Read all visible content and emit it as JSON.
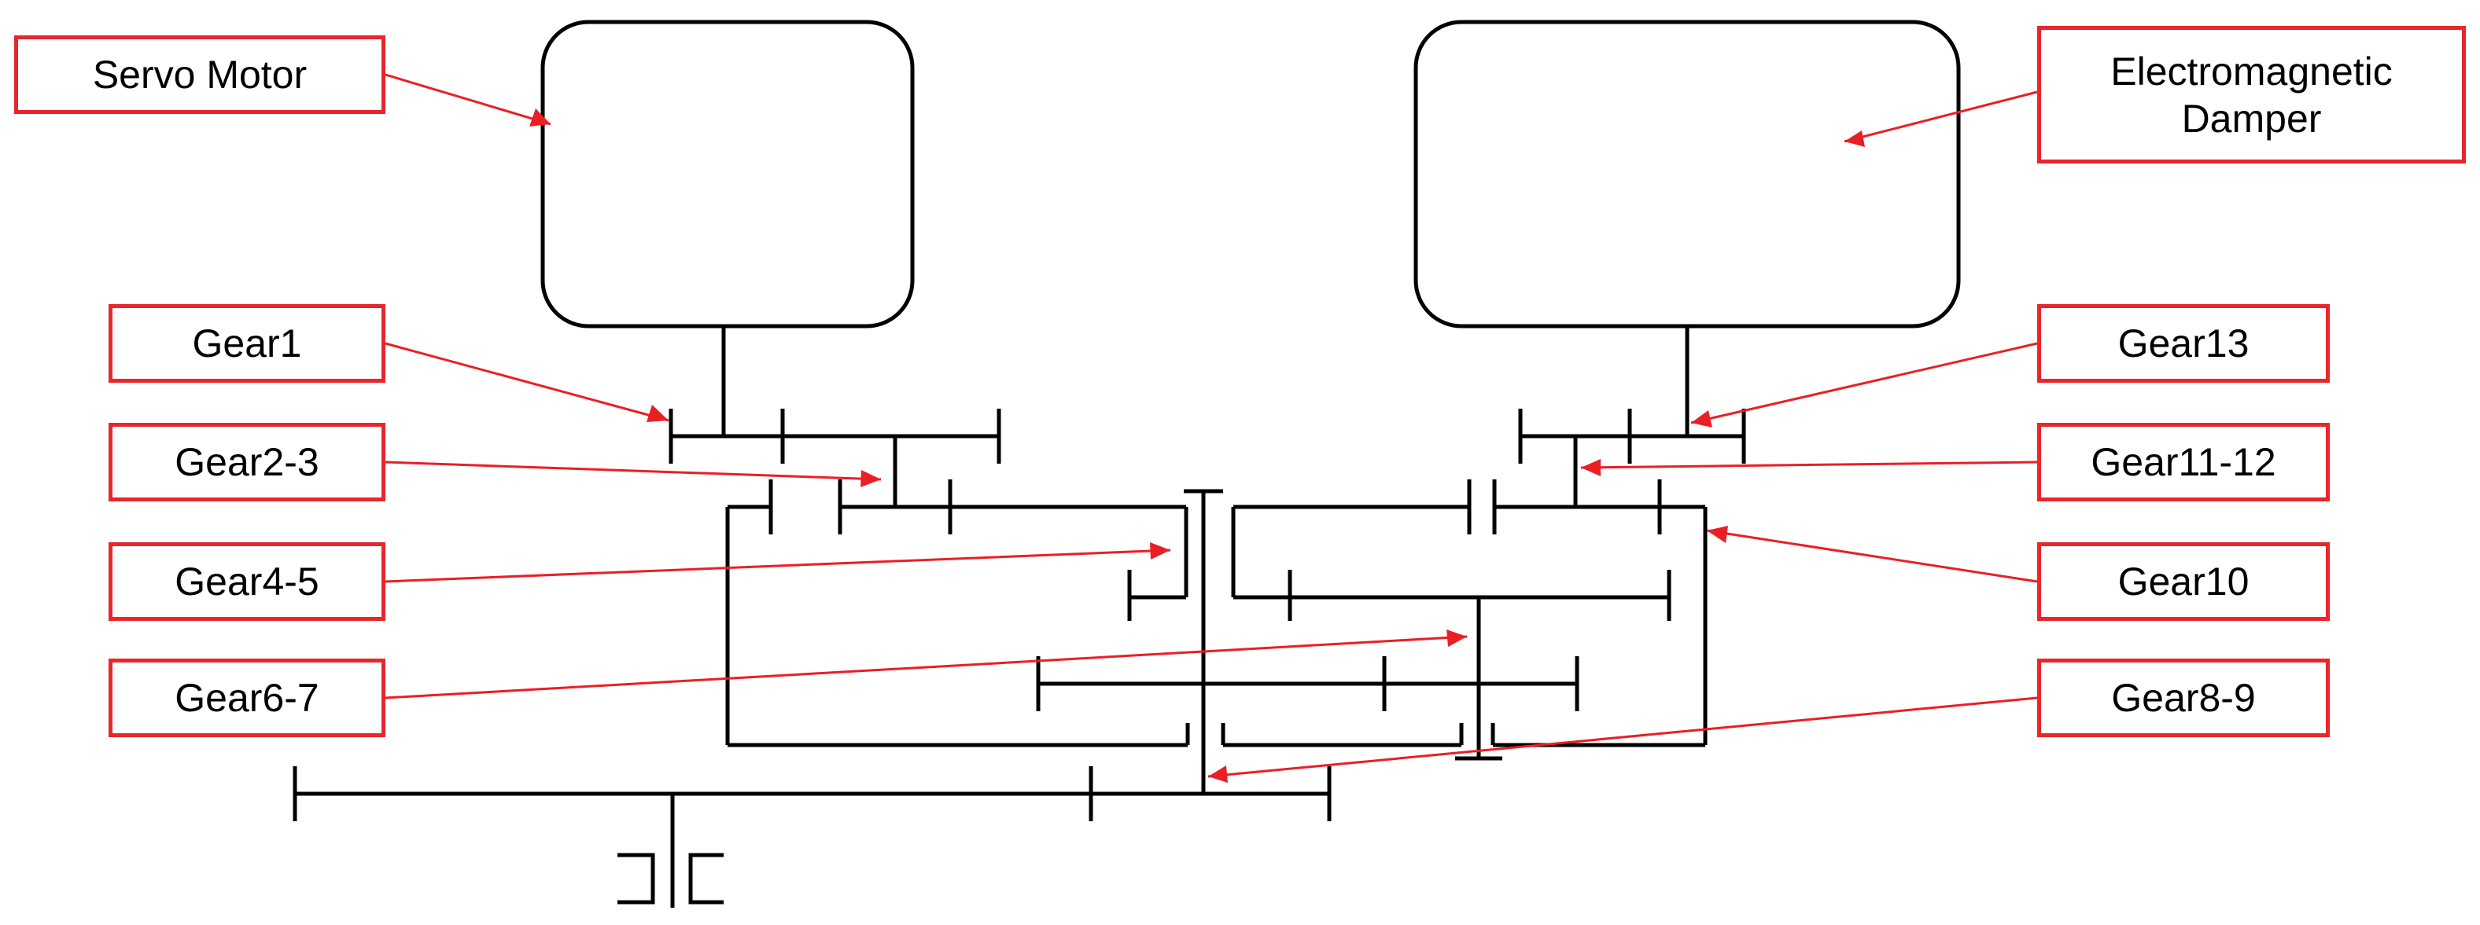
{
  "labels": {
    "servo_motor": "Servo Motor",
    "em_damper_line1": "Electromagnetic",
    "em_damper_line2": "Damper",
    "gear1": "Gear1",
    "gear2_3": "Gear2-3",
    "gear4_5": "Gear4-5",
    "gear6_7": "Gear6-7",
    "gear13": "Gear13",
    "gear11_12": "Gear11-12",
    "gear10": "Gear10",
    "gear8_9": "Gear8-9"
  },
  "colors": {
    "label_border": "#e8262b",
    "leader_line": "#ea1f25",
    "mechanism_stroke": "#000000"
  }
}
